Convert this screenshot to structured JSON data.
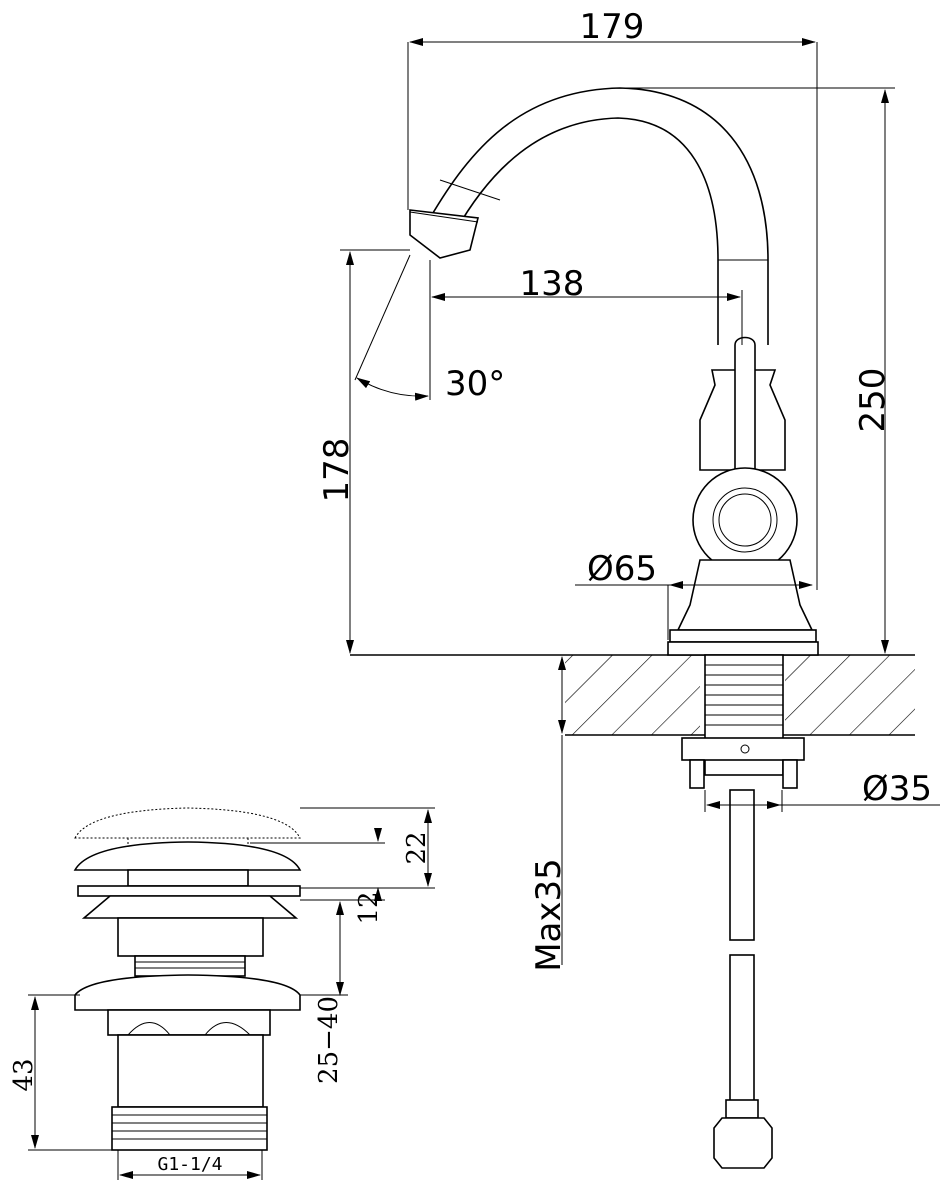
{
  "faucet": {
    "width_total": "179",
    "spout_reach": "138",
    "height_total": "250",
    "spout_height": "178",
    "spout_angle": "30°",
    "base_diameter": "Ø65",
    "shank_diameter": "Ø35",
    "max_counter": "Max35"
  },
  "drain": {
    "pop_up_travel": "22",
    "flange_height": "12",
    "body_range": "25−40",
    "body_height": "43",
    "thread": "G1-1/4"
  }
}
